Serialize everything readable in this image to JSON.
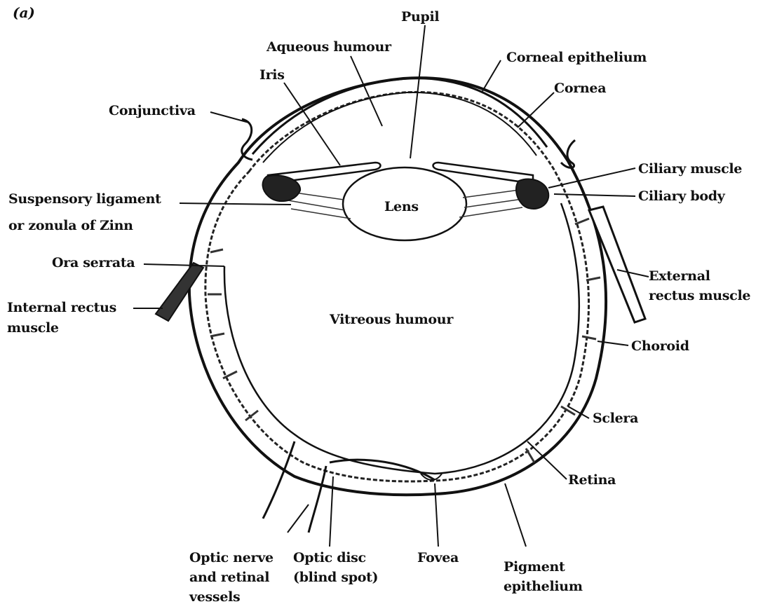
{
  "figure": {
    "panel_label": "(a)",
    "labels": {
      "pupil": "Pupil",
      "aqueous_humour": "Aqueous humour",
      "corneal_epithelium": "Corneal epithelium",
      "iris": "Iris",
      "cornea": "Cornea",
      "conjunctiva": "Conjunctiva",
      "ciliary_muscle": "Ciliary muscle",
      "ciliary_body": "Ciliary body",
      "suspensory_ligament_1": "Suspensory ligament",
      "suspensory_ligament_2": "or zonula of Zinn",
      "lens": "Lens",
      "ora_serrata": "Ora serrata",
      "external_rectus_1": "External",
      "external_rectus_2": "rectus muscle",
      "internal_rectus_1": "Internal rectus",
      "internal_rectus_2": "muscle",
      "vitreous_humour": "Vitreous humour",
      "choroid": "Choroid",
      "sclera": "Sclera",
      "retina": "Retina",
      "optic_nerve_1": "Optic nerve",
      "optic_nerve_2": "and retinal",
      "optic_nerve_3": "vessels",
      "optic_disc_1": "Optic disc",
      "optic_disc_2": "(blind spot)",
      "fovea": "Fovea",
      "pigment_1": "Pigment",
      "pigment_2": "epithelium"
    }
  }
}
